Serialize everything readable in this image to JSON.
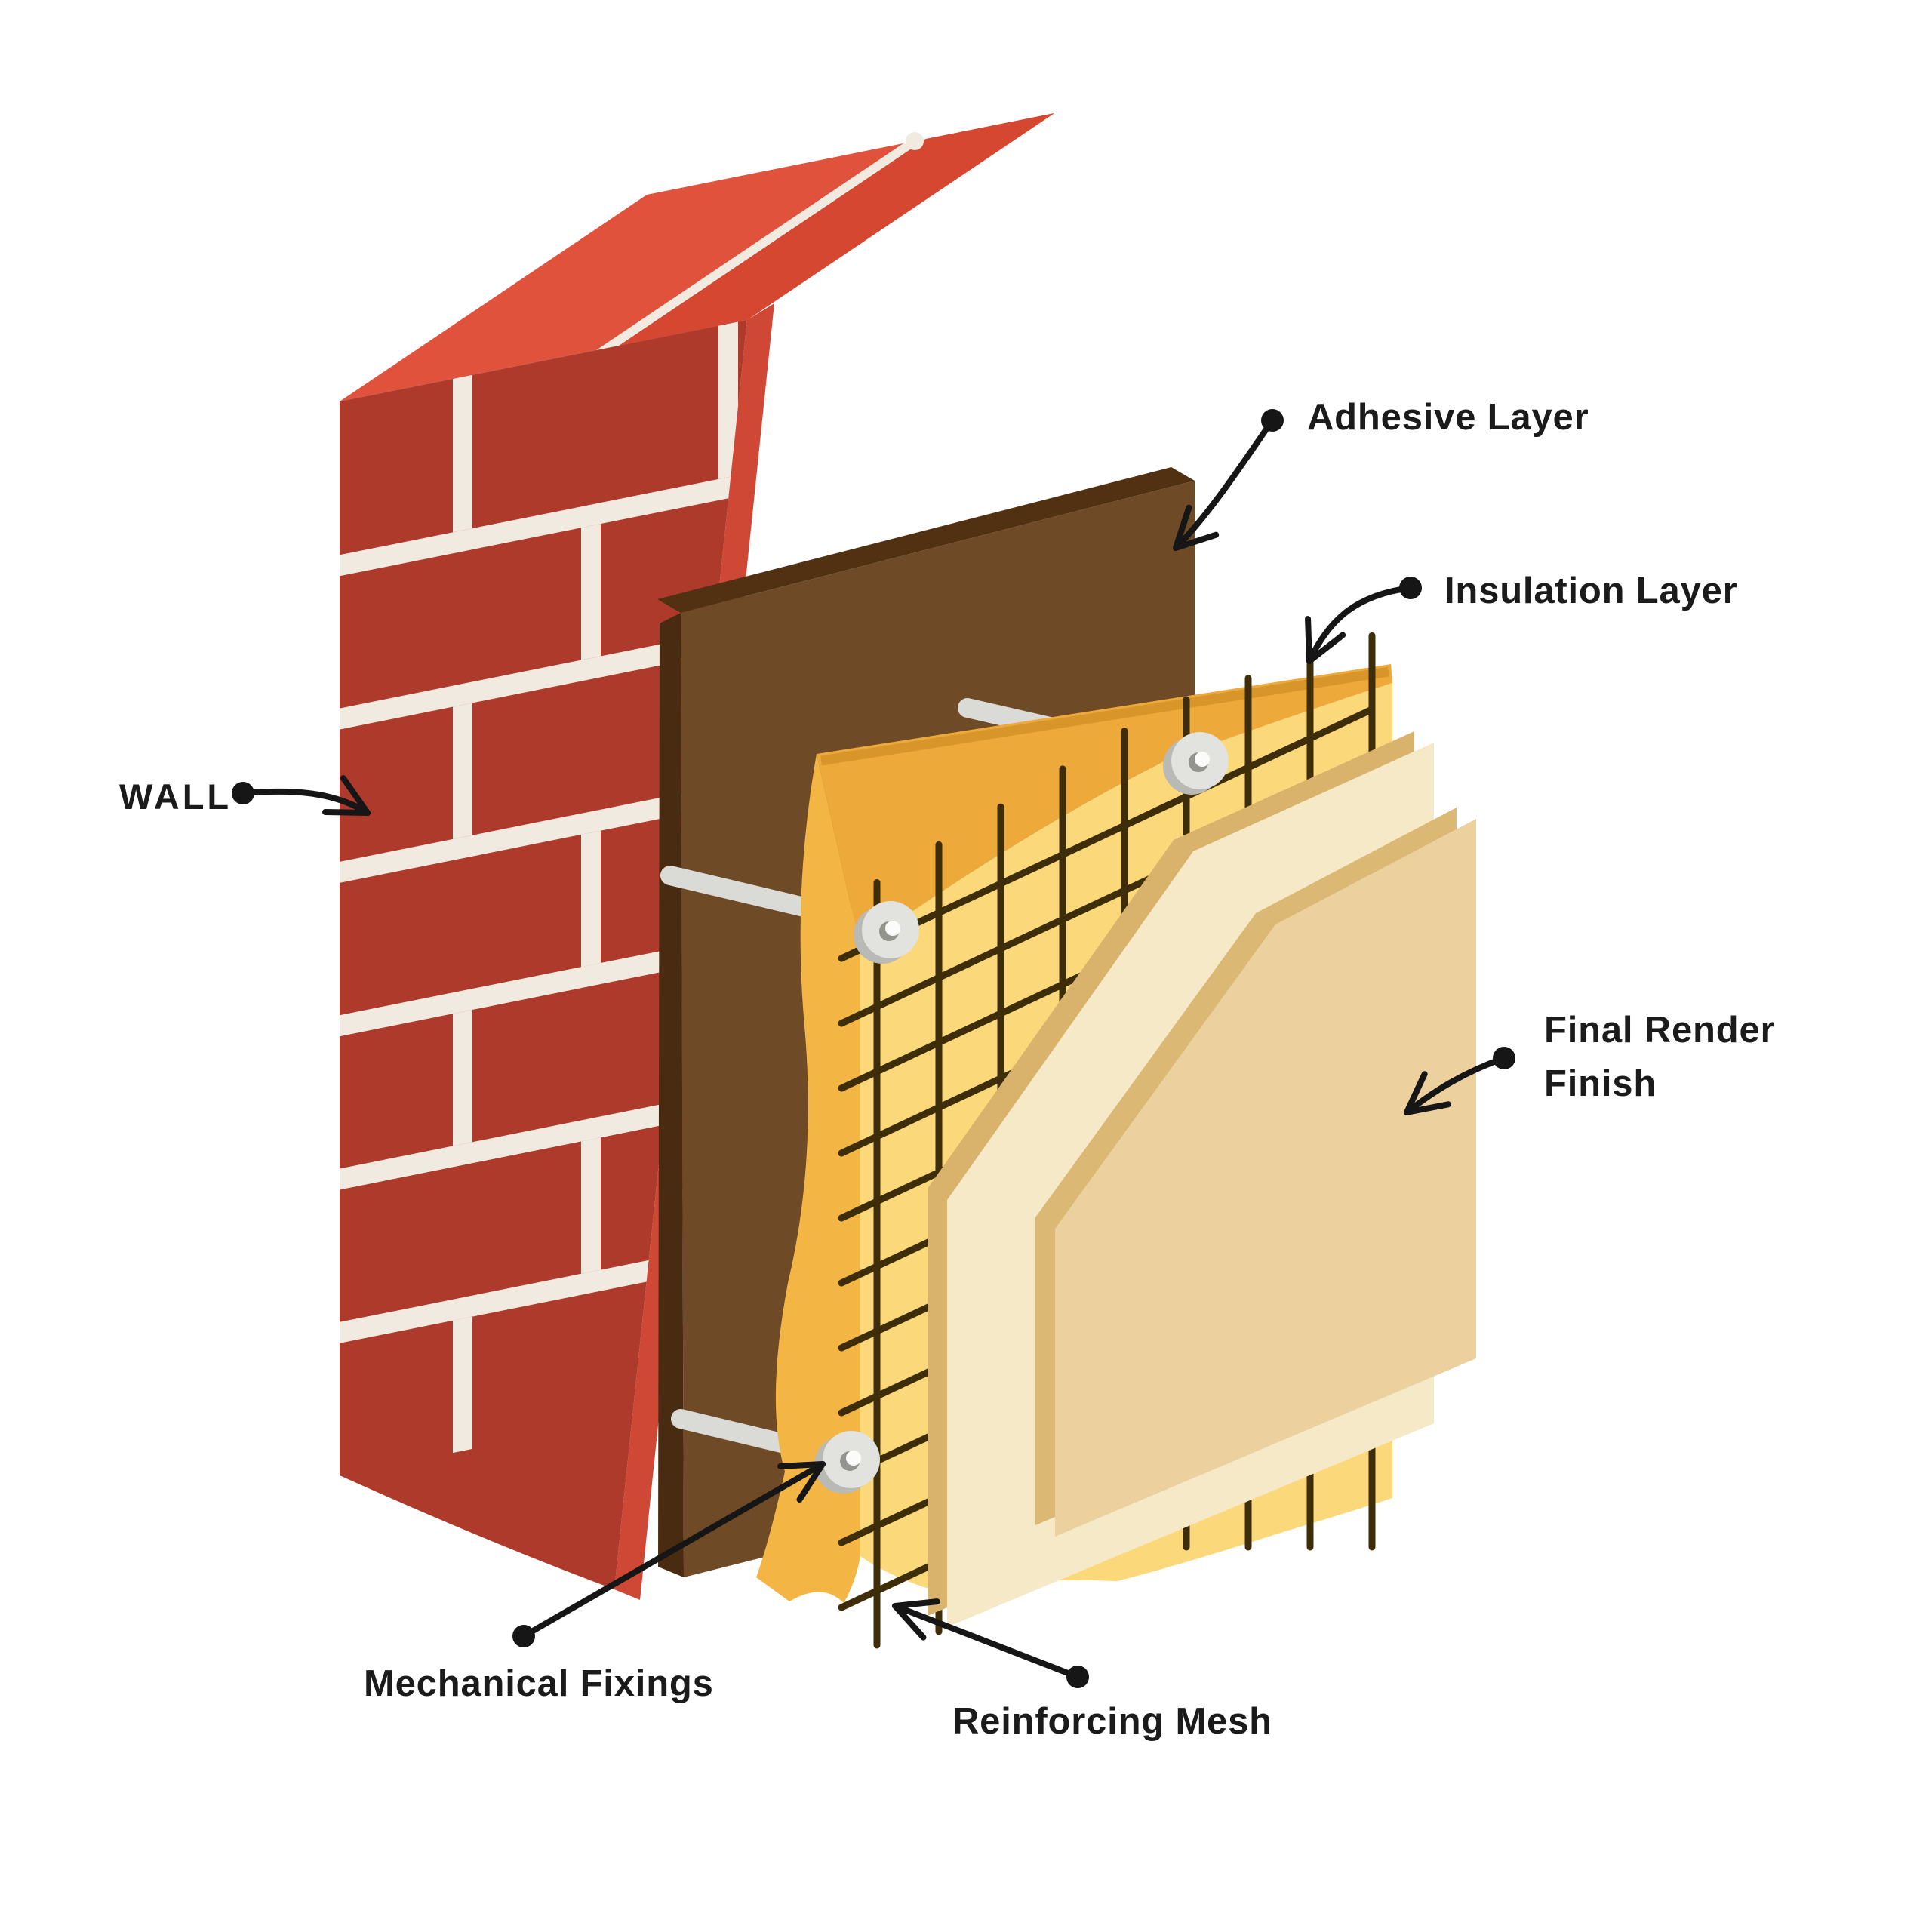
{
  "labels": {
    "wall": "WALL",
    "adhesive": "Adhesive Layer",
    "insulation": "Insulation Layer",
    "final_render": {
      "text": "Final Render Finish",
      "line1": "Final Render",
      "line2": "Finish"
    },
    "mechanical": "Mechanical Fixings",
    "reinforcing": "Reinforcing Mesh"
  },
  "colors": {
    "background": "#ffffff",
    "brick_front": "#AE3A2B",
    "brick_top": "#E1523D",
    "brick_top_right": "#D64731",
    "brick_side": "#CF4836",
    "mortar": "#F0EAE0",
    "adhesive_front": "#6F4A26",
    "adhesive_top": "#523112",
    "adhesive_side": "#492B11",
    "insulation_front": "#FBD87A",
    "insulation_top": "#EDA93A",
    "insulation_side": "#F3B644",
    "insulation_shadow": "#D8962A",
    "mesh_wire": "#3D2D08",
    "fixing_rod": "#DADAD6",
    "washer_face": "#E2E2DE",
    "washer_rim": "#B9B9B5",
    "washer_hole_dark": "#94948E",
    "washer_hole": "#FBFBF9",
    "basecoat_front": "#F5E9C8",
    "basecoat_edge": "#D9B26C",
    "final_render_front": "#ECD19F",
    "final_render_edge": "#DCB875",
    "leader_ink": "#161616",
    "label_text": "#1B1B1B"
  }
}
